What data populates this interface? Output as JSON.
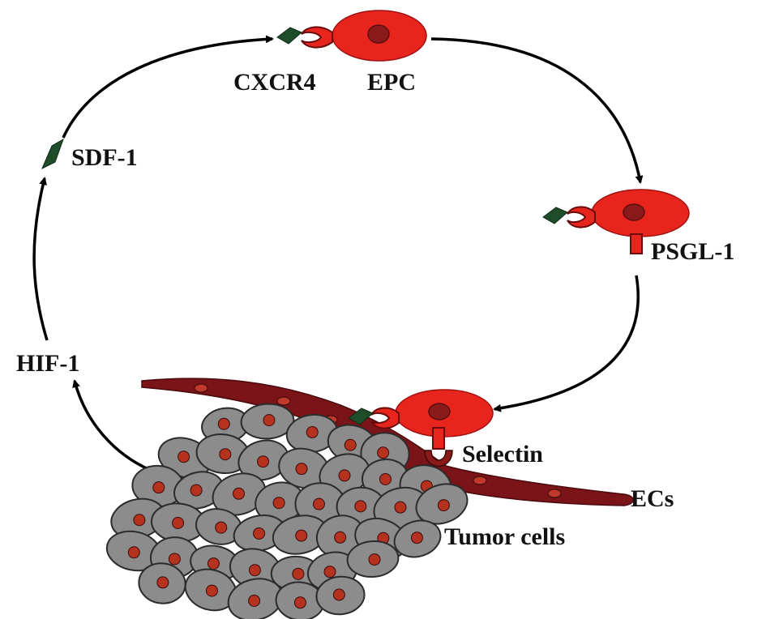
{
  "labels": {
    "cxcr4": "CXCR4",
    "epc": "EPC",
    "sdf1": "SDF-1",
    "psgl1": "PSGL-1",
    "hif1": "HIF-1",
    "selectin": "Selectin",
    "ecs": "ECs",
    "tumor_cells": "Tumor cells"
  },
  "colors": {
    "epc_cell": "#e8251d",
    "epc_nucleus": "#8b1a1a",
    "sdf1_diamond": "#1f4d2a",
    "endothelium": "#7a1419",
    "endothelial_nucleus": "#c0392b",
    "tumor_cell": "#8c8c8c",
    "tumor_nucleus": "#b5321f",
    "arrow": "#000000"
  }
}
